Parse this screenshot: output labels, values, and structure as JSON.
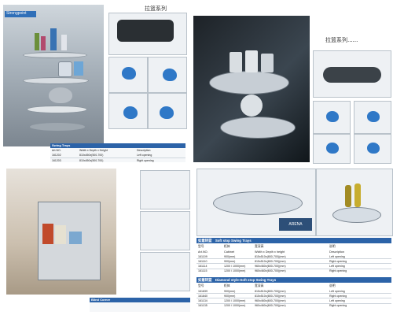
{
  "header_left": {
    "title_cn": "拉篮系列",
    "logo": "Strongpoint"
  },
  "header_right": {
    "title_cn": "拉篮系列......"
  },
  "top_left_table": {
    "title_en": "Swing Trays",
    "columns": [
      "Art.NO.",
      "Width x Depth x Height",
      "Description"
    ],
    "rows": [
      [
        "161202",
        "810x450x(500-700)",
        "Left opening"
      ],
      [
        "161203",
        "810x450x(500-700)",
        "Right opening"
      ]
    ]
  },
  "right_table_1": {
    "title_cn": "如意转篮",
    "title_en": "Soft stop Swing Trays",
    "header_cn": [
      "型号",
      "柜体",
      "宽深高",
      "说明"
    ],
    "header_en": [
      "Art.NO.",
      "Cabinet",
      "Width x Depth x height",
      "Description"
    ],
    "rows": [
      [
        "161109",
        "900(mm)",
        "815x510x(800-700)(mm)",
        "Left opening"
      ],
      [
        "161110",
        "900(mm)",
        "815x510x(800-700)(mm)",
        "Right opening"
      ],
      [
        "161114",
        "1200 / 1000(mm)",
        "960x460x(600-700)(mm)",
        "Left opening"
      ],
      [
        "161115",
        "1200 / 1000(mm)",
        "960x460x(600-700)(mm)",
        "Right opening"
      ]
    ]
  },
  "right_table_2": {
    "title_cn": "如意转篮",
    "title_en": "Diamond style-Soft stop Swing Trays",
    "header_cn": [
      "型号",
      "柜体",
      "宽深高",
      "说明"
    ],
    "rows": [
      [
        "161839",
        "900(mm)",
        "815x510x(800-700)(mm)",
        "Left opening"
      ],
      [
        "161840",
        "900(mm)",
        "815x510x(800-700)(mm)",
        "Right opening"
      ],
      [
        "161134",
        "1200 / 1000(mm)",
        "960x460x(600-700)(mm)",
        "Left opening"
      ],
      [
        "161135",
        "1200 / 1000(mm)",
        "960x460x(600-700)(mm)",
        "Right opening"
      ]
    ]
  },
  "bottom_left": {
    "brand_badge": "ARENA",
    "table_title_en": "Blind Corner"
  }
}
